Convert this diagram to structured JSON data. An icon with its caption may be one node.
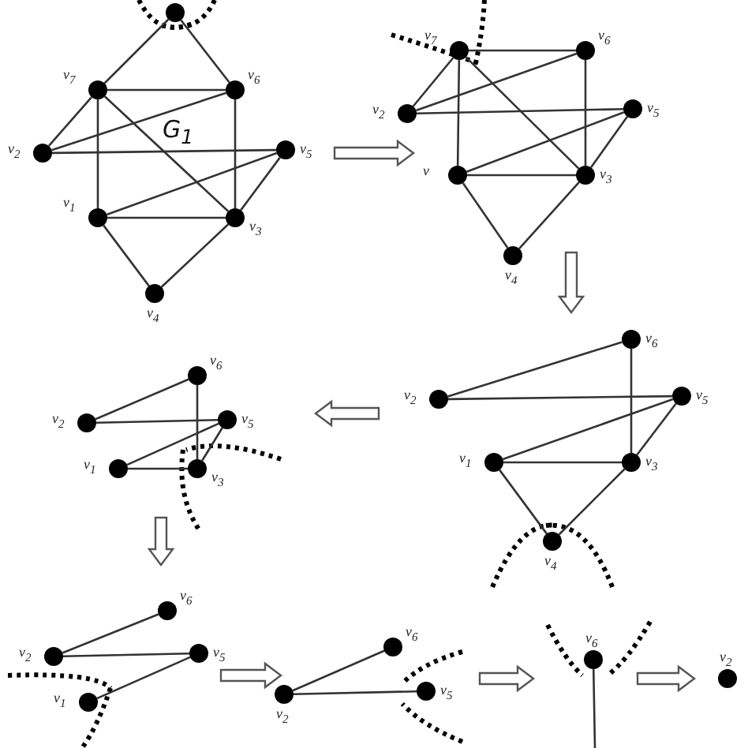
{
  "diagram": {
    "nodes": [
      {
        "text": [],
        "shape": "graph"
      },
      {
        "text": [],
        "shape": "circle",
        "in": 0
      },
      {
        "text": [],
        "shape": "circle",
        "in": 0,
        "beside": [
          "v$_{7}$"
        ]
      },
      {
        "text": [],
        "shape": "circle",
        "in": 0,
        "beside": [
          "v$_{6}$"
        ]
      },
      {
        "text": [],
        "shape": "circle",
        "in": 0,
        "beside": [
          "v$_{2}$"
        ]
      },
      {
        "text": [],
        "shape": "circle",
        "in": 0,
        "beside": [
          "v$_{5}$"
        ]
      },
      {
        "text": [],
        "shape": "circle",
        "in": 0,
        "beside": [
          "v$_{1}$"
        ]
      },
      {
        "text": [],
        "shape": "circle",
        "in": 0,
        "beside": [
          "v$_{3}$"
        ]
      },
      {
        "text": [],
        "shape": "circle",
        "in": 0,
        "beside": [
          "v$_{4}$"
        ]
      },
      {
        "text": [],
        "shape": "graph"
      },
      {
        "text": [],
        "shape": "circle",
        "in": 9,
        "beside": [
          "v$_{7}$"
        ]
      },
      {
        "text": [],
        "shape": "circle",
        "in": 9,
        "beside": [
          "v$_{6}$"
        ]
      },
      {
        "text": [],
        "shape": "circle",
        "in": 9,
        "beside": [
          "v$_{2}$"
        ]
      },
      {
        "text": [],
        "shape": "circle",
        "in": 9,
        "beside": [
          "v$_{5}$"
        ]
      },
      {
        "text": [],
        "shape": "circle",
        "in": 9,
        "beside": [
          "v"
        ]
      },
      {
        "text": [],
        "shape": "circle",
        "in": 9,
        "beside": [
          "v$_{3}$"
        ]
      },
      {
        "text": [],
        "shape": "circle",
        "in": 9,
        "beside": [
          "v$_{4}$"
        ]
      },
      {
        "text": [],
        "shape": "graph"
      },
      {
        "text": [],
        "shape": "circle",
        "in": 17,
        "beside": [
          "v$_{6}$"
        ]
      },
      {
        "text": [],
        "shape": "circle",
        "in": 17,
        "beside": [
          "v$_{2}$"
        ]
      },
      {
        "text": [],
        "shape": "circle",
        "in": 17,
        "beside": [
          "v$_{5}$"
        ]
      },
      {
        "text": [],
        "shape": "circle",
        "in": 17,
        "beside": [
          "v$_{1}$"
        ]
      },
      {
        "text": [],
        "shape": "circle",
        "in": 17,
        "beside": [
          "v$_{3}$"
        ]
      },
      {
        "text": [],
        "shape": "circle",
        "in": 17,
        "beside": [
          "v$_{4}$"
        ]
      },
      {
        "text": [],
        "shape": "graph"
      },
      {
        "text": [],
        "shape": "circle",
        "in": 24,
        "beside": [
          "v$_{6}$"
        ]
      },
      {
        "text": [],
        "shape": "circle",
        "in": 24,
        "beside": [
          "v$_{2}$"
        ]
      },
      {
        "text": [],
        "shape": "circle",
        "in": 24,
        "beside": [
          "v$_{5}$"
        ]
      },
      {
        "text": [],
        "shape": "circle",
        "in": 24,
        "beside": [
          "v$_{1}$"
        ]
      },
      {
        "text": [],
        "shape": "circle",
        "in": 24,
        "beside": [
          "v$_{3}$"
        ]
      },
      {
        "text": [],
        "shape": "graph"
      },
      {
        "text": [],
        "shape": "circle",
        "in": 30,
        "beside": [
          "v$_{6}$"
        ]
      },
      {
        "text": [],
        "shape": "circle",
        "in": 30,
        "beside": [
          "v$_{2}$"
        ]
      },
      {
        "text": [],
        "shape": "circle",
        "in": 30,
        "beside": [
          "v$_{5}$"
        ]
      },
      {
        "text": [],
        "shape": "circle",
        "in": 30,
        "beside": [
          "v$_{1}$"
        ]
      },
      {
        "text": [],
        "shape": "graph"
      },
      {
        "text": [],
        "shape": "circle",
        "in": 35,
        "beside": [
          "v$_{2}$"
        ]
      },
      {
        "text": [],
        "shape": "circle",
        "in": 35,
        "beside": [
          "v$_{6}$"
        ]
      },
      {
        "text": [],
        "shape": "circle",
        "in": 35,
        "beside": [
          "v$_{5}$"
        ]
      },
      {
        "text": [],
        "shape": "graph"
      },
      {
        "text": [],
        "shape": "circle",
        "in": 39,
        "beside": [
          "v$_{6}$"
        ]
      },
      {
        "text": [],
        "shape": "graph"
      },
      {
        "text": [],
        "shape": "circle",
        "in": 41,
        "beside": [
          "v$_{2}$"
        ]
      }
    ],
    "edges": [
      {
        "from": 1,
        "to": 2,
        "arrow": "none"
      },
      {
        "from": 1,
        "to": 3,
        "arrow": "none"
      },
      {
        "from": 2,
        "to": 3,
        "arrow": "none"
      },
      {
        "from": 2,
        "to": 4,
        "arrow": "none"
      },
      {
        "from": 4,
        "to": 3,
        "arrow": "none"
      },
      {
        "from": 2,
        "to": 6,
        "arrow": "none"
      },
      {
        "from": 2,
        "to": 7,
        "arrow": "none"
      },
      {
        "from": 3,
        "to": 7,
        "arrow": "none"
      },
      {
        "from": 4,
        "to": 5,
        "arrow": "none"
      },
      {
        "from": 5,
        "to": 6,
        "arrow": "none"
      },
      {
        "from": 5,
        "to": 7,
        "arrow": "none"
      },
      {
        "from": 6,
        "to": 7,
        "arrow": "none"
      },
      {
        "from": 6,
        "to": 8,
        "arrow": "none"
      },
      {
        "from": 7,
        "to": 8,
        "arrow": "none"
      },
      {
        "from": 10,
        "to": 11,
        "arrow": "none"
      },
      {
        "from": 10,
        "to": 12,
        "arrow": "none"
      },
      {
        "from": 12,
        "to": 11,
        "arrow": "none"
      },
      {
        "from": 10,
        "to": 14,
        "arrow": "none"
      },
      {
        "from": 10,
        "to": 15,
        "arrow": "none"
      },
      {
        "from": 11,
        "to": 15,
        "arrow": "none"
      },
      {
        "from": 12,
        "to": 13,
        "arrow": "none"
      },
      {
        "from": 13,
        "to": 14,
        "arrow": "none"
      },
      {
        "from": 13,
        "to": 15,
        "arrow": "none"
      },
      {
        "from": 14,
        "to": 15,
        "arrow": "none"
      },
      {
        "from": 14,
        "to": 16,
        "arrow": "none"
      },
      {
        "from": 15,
        "to": 16,
        "arrow": "none"
      },
      {
        "from": 19,
        "to": 18,
        "arrow": "none"
      },
      {
        "from": 19,
        "to": 20,
        "arrow": "none"
      },
      {
        "from": 18,
        "to": 22,
        "arrow": "none"
      },
      {
        "from": 20,
        "to": 21,
        "arrow": "none"
      },
      {
        "from": 20,
        "to": 22,
        "arrow": "none"
      },
      {
        "from": 21,
        "to": 22,
        "arrow": "none"
      },
      {
        "from": 21,
        "to": 23,
        "arrow": "none"
      },
      {
        "from": 22,
        "to": 23,
        "arrow": "none"
      },
      {
        "from": 26,
        "to": 25,
        "arrow": "none"
      },
      {
        "from": 26,
        "to": 27,
        "arrow": "none"
      },
      {
        "from": 25,
        "to": 29,
        "arrow": "none"
      },
      {
        "from": 27,
        "to": 28,
        "arrow": "none"
      },
      {
        "from": 27,
        "to": 29,
        "arrow": "none"
      },
      {
        "from": 28,
        "to": 29,
        "arrow": "none"
      },
      {
        "from": 32,
        "to": 31,
        "arrow": "none"
      },
      {
        "from": 32,
        "to": 33,
        "arrow": "none"
      },
      {
        "from": 33,
        "to": 34,
        "arrow": "none"
      },
      {
        "from": 36,
        "to": 37,
        "arrow": "none"
      },
      {
        "from": 36,
        "to": 38,
        "arrow": "none"
      },
      {
        "from": 40,
        "to": null,
        "arrow": "none"
      },
      {
        "from": 0,
        "to": 9,
        "arrow": "to"
      },
      {
        "from": 9,
        "to": 17,
        "arrow": "to"
      },
      {
        "from": 17,
        "to": 24,
        "arrow": "to"
      },
      {
        "from": 24,
        "to": 30,
        "arrow": "to"
      },
      {
        "from": 30,
        "to": 35,
        "arrow": "to"
      },
      {
        "from": 35,
        "to": 39,
        "arrow": "to"
      },
      {
        "from": 39,
        "to": 41,
        "arrow": "to"
      }
    ],
    "labels": [
      "G$_{1}$"
    ]
  }
}
